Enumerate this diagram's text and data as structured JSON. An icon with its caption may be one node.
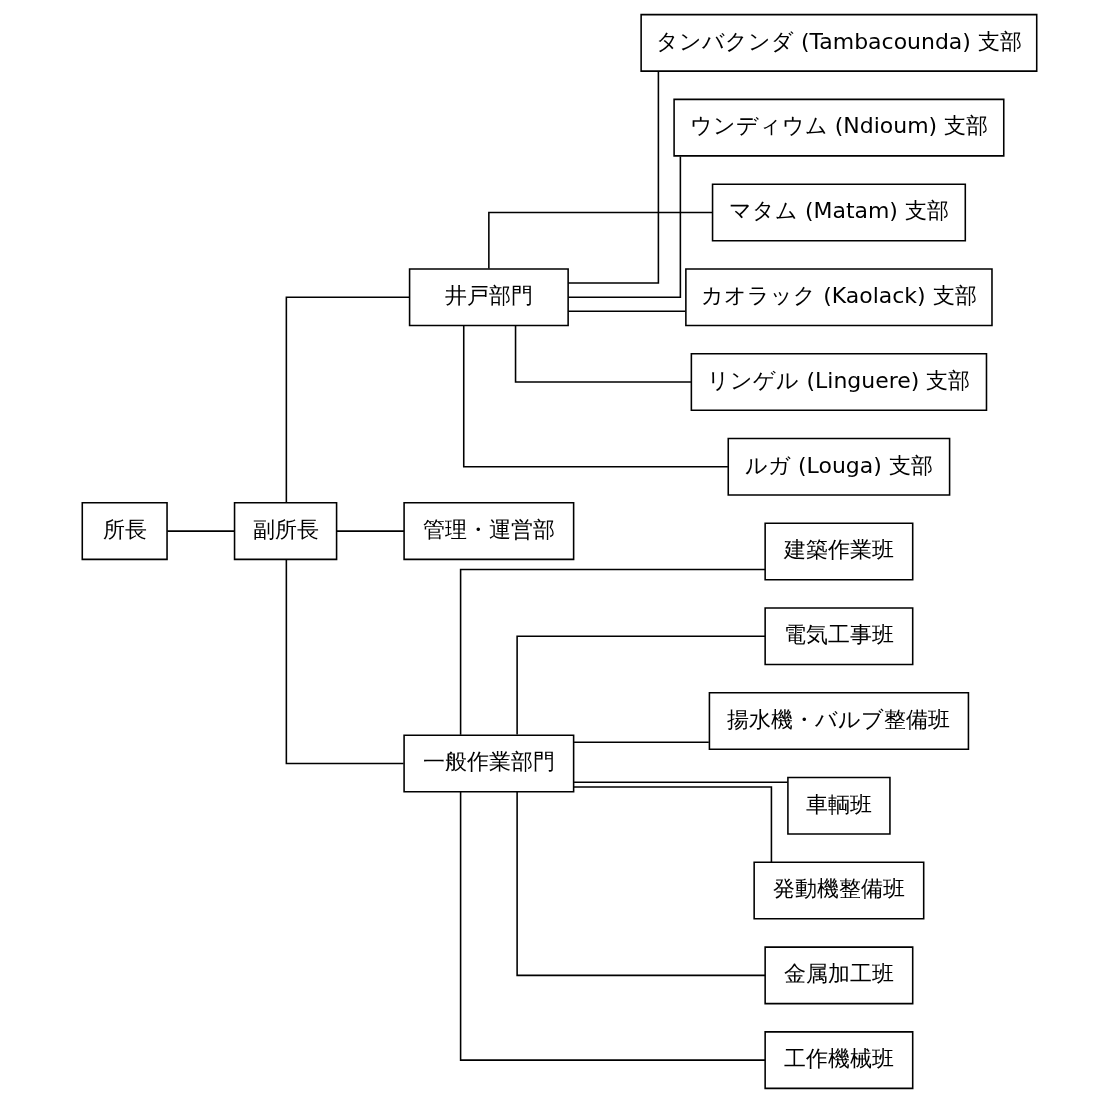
{
  "diagram": {
    "nodes": [
      {
        "text": [
          "所長"
        ]
      },
      {
        "text": [
          "副所長"
        ]
      },
      {
        "text": [
          "井戸部門"
        ]
      },
      {
        "text": [
          "タンバクンダ (Tambacounda) 支部"
        ]
      },
      {
        "text": [
          "ウンディウム (Ndioum) 支部"
        ]
      },
      {
        "text": [
          "マタム (Matam) 支部"
        ]
      },
      {
        "text": [
          "カオラック (Kaolack) 支部"
        ]
      },
      {
        "text": [
          "リンゲル (Linguere) 支部"
        ]
      },
      {
        "text": [
          "ルガ (Louga) 支部"
        ]
      },
      {
        "text": [
          "管理・運営部"
        ]
      },
      {
        "text": [
          "一般作業部門"
        ]
      },
      {
        "text": [
          "建築作業班"
        ]
      },
      {
        "text": [
          "電気工事班"
        ]
      },
      {
        "text": [
          "揚水機・バルブ整備班"
        ]
      },
      {
        "text": [
          "車輌班"
        ]
      },
      {
        "text": [
          "発動機整備班"
        ]
      },
      {
        "text": [
          "金属加工班"
        ]
      },
      {
        "text": [
          "工作機械班"
        ]
      }
    ],
    "edges": [
      {
        "from": 0,
        "to": 1,
        "arrow": "none"
      },
      {
        "from": 1,
        "to": 2,
        "arrow": "none"
      },
      {
        "from": 1,
        "to": 9,
        "arrow": "none"
      },
      {
        "from": 1,
        "to": 10,
        "arrow": "none"
      },
      {
        "from": 2,
        "to": 3,
        "arrow": "none"
      },
      {
        "from": 2,
        "to": 4,
        "arrow": "none"
      },
      {
        "from": 2,
        "to": 5,
        "arrow": "none"
      },
      {
        "from": 2,
        "to": 6,
        "arrow": "none"
      },
      {
        "from": 2,
        "to": 7,
        "arrow": "none"
      },
      {
        "from": 2,
        "to": 8,
        "arrow": "none"
      },
      {
        "from": 10,
        "to": 11,
        "arrow": "none"
      },
      {
        "from": 10,
        "to": 12,
        "arrow": "none"
      },
      {
        "from": 10,
        "to": 13,
        "arrow": "none"
      },
      {
        "from": 10,
        "to": 14,
        "arrow": "none"
      },
      {
        "from": 10,
        "to": 15,
        "arrow": "none"
      },
      {
        "from": 10,
        "to": 16,
        "arrow": "none"
      },
      {
        "from": 10,
        "to": 17,
        "arrow": "none"
      }
    ]
  }
}
